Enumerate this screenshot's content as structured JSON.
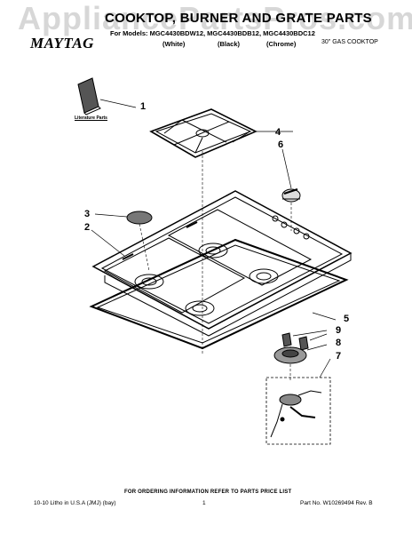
{
  "header": {
    "title": "COOKTOP, BURNER AND GRATE PARTS",
    "watermark": "AppliancePartsPros.com",
    "brand": "MAYTAG",
    "models_line": "For Models: MGC4430BDW12, MGC4430BDB12, MGC4430BDC12",
    "variants": [
      "(White)",
      "(Black)",
      "(Chrome)"
    ],
    "product_type": "30\" GAS COOKTOP"
  },
  "diagram": {
    "literature_label": "Literature Parts",
    "callouts": [
      "1",
      "2",
      "3",
      "4",
      "5",
      "6",
      "7",
      "8",
      "9"
    ]
  },
  "footer": {
    "ordering_info": "FOR ORDERING INFORMATION REFER TO PARTS PRICE LIST",
    "print_info": "10-10 Litho in U.S.A (JMJ) (bay)",
    "page_number": "1",
    "part_number": "Part No. W10269494 Rev. B"
  }
}
